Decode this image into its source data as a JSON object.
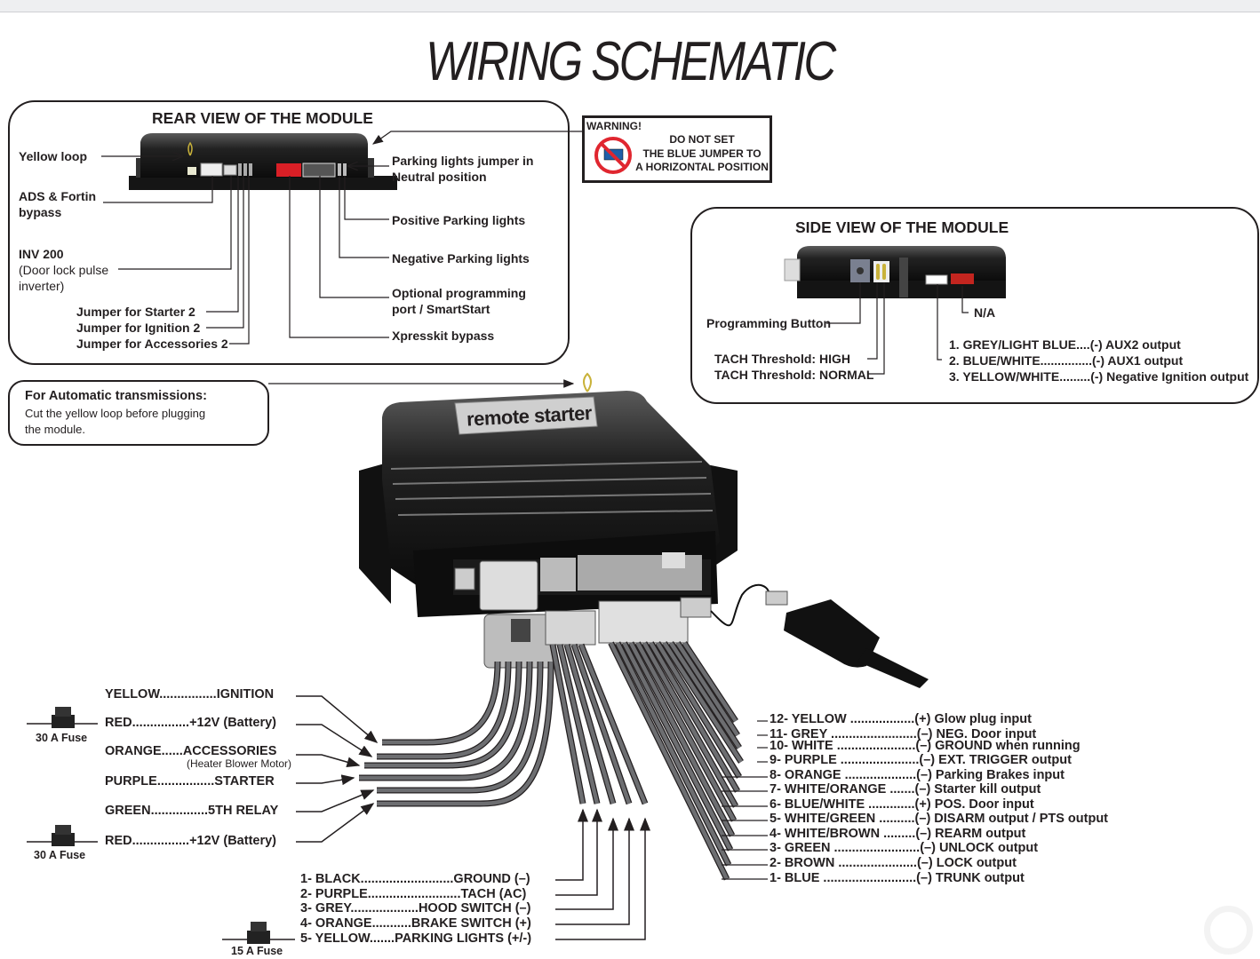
{
  "title": "WIRING SCHEMATIC",
  "rear_view": {
    "heading": "REAR VIEW OF THE MODULE",
    "left_labels": [
      {
        "text": "Yellow loop"
      },
      {
        "text": "ADS & Fortin",
        "text2": "bypass"
      },
      {
        "text": "INV 200",
        "text2": "(Door lock pulse",
        "text3": "inverter)"
      },
      {
        "text": "Jumper for Starter 2"
      },
      {
        "text": "Jumper for Ignition 2"
      },
      {
        "text": "Jumper for Accessories 2"
      }
    ],
    "right_labels": [
      {
        "text": "Parking lights jumper in",
        "text2": "Neutral position"
      },
      {
        "text": "Positive Parking lights"
      },
      {
        "text": "Negative Parking lights"
      },
      {
        "text": "Optional programming",
        "text2": "port / SmartStart"
      },
      {
        "text": "Xpresskit bypass"
      }
    ]
  },
  "warning": {
    "heading": "WARNING!",
    "line1": "DO NOT SET",
    "line2": "THE BLUE JUMPER TO",
    "line3": "A HORIZONTAL POSITION",
    "icon": "no-symbol-icon",
    "colors": {
      "prohibit": "#e0262f",
      "jumper": "#1f5fa8"
    }
  },
  "side_view": {
    "heading": "SIDE VIEW OF THE MODULE",
    "programming_button": "Programming Button",
    "tach_high": "TACH Threshold: HIGH",
    "tach_normal": "TACH Threshold: NORMAL",
    "na": "N/A",
    "outputs": [
      {
        "wire": "1. GREY/LIGHT BLUE....",
        "function": "(-) AUX2 output"
      },
      {
        "wire": "2. BLUE/WHITE...............",
        "function": "(-) AUX1 output"
      },
      {
        "wire": "3. YELLOW/WHITE.........",
        "function": "(-) Negative Ignition output"
      }
    ]
  },
  "auto_note": {
    "heading": "For Automatic transmissions:",
    "line1": "Cut the yellow loop before plugging",
    "line2": "the module."
  },
  "module": {
    "label": "remote starter"
  },
  "power_harness": [
    {
      "wire": "YELLOW................",
      "function": "IGNITION"
    },
    {
      "wire": "RED................",
      "function": "+12V (Battery)",
      "fuse": "30 A Fuse"
    },
    {
      "wire": "ORANGE......",
      "function": "ACCESSORIES",
      "note": "(Heater Blower Motor)"
    },
    {
      "wire": "PURPLE................",
      "function": "STARTER"
    },
    {
      "wire": "GREEN................",
      "function": "5TH RELAY"
    },
    {
      "wire": "RED................",
      "function": "+12V (Battery)",
      "fuse": "30 A Fuse"
    }
  ],
  "harness_5pin": [
    {
      "wire": "1- BLACK..........................",
      "function": "GROUND (–)"
    },
    {
      "wire": "2- PURPLE..........................",
      "function": "TACH (AC)"
    },
    {
      "wire": "3- GREY...................",
      "function": "HOOD SWITCH (–)"
    },
    {
      "wire": "4- ORANGE...........",
      "function": "BRAKE SWITCH (+)"
    },
    {
      "wire": "5- YELLOW.......",
      "function": "PARKING LIGHTS (+/-)",
      "fuse": "15 A Fuse"
    }
  ],
  "harness_12pin": [
    {
      "wire": "12- YELLOW ..................",
      "function": "(+) Glow plug input"
    },
    {
      "wire": "11- GREY ........................",
      "function": "(–) NEG. Door input"
    },
    {
      "wire": "10- WHITE ......................",
      "function": "(–) GROUND when running"
    },
    {
      "wire": "9- PURPLE ......................",
      "function": "(–) EXT. TRIGGER output"
    },
    {
      "wire": "8- ORANGE ....................",
      "function": "(–) Parking Brakes input"
    },
    {
      "wire": "7- WHITE/ORANGE .......",
      "function": "(–) Starter kill output"
    },
    {
      "wire": "6- BLUE/WHITE .............",
      "function": "(+) POS. Door input"
    },
    {
      "wire": "5- WHITE/GREEN ..........",
      "function": "(–) DISARM output / PTS output"
    },
    {
      "wire": "4- WHITE/BROWN .........",
      "function": "(–) REARM output"
    },
    {
      "wire": "3- GREEN ........................",
      "function": "(–) UNLOCK output"
    },
    {
      "wire": "2- BROWN ......................",
      "function": "(–) LOCK output"
    },
    {
      "wire": "1- BLUE ..........................",
      "function": "(–) TRUNK output"
    }
  ]
}
